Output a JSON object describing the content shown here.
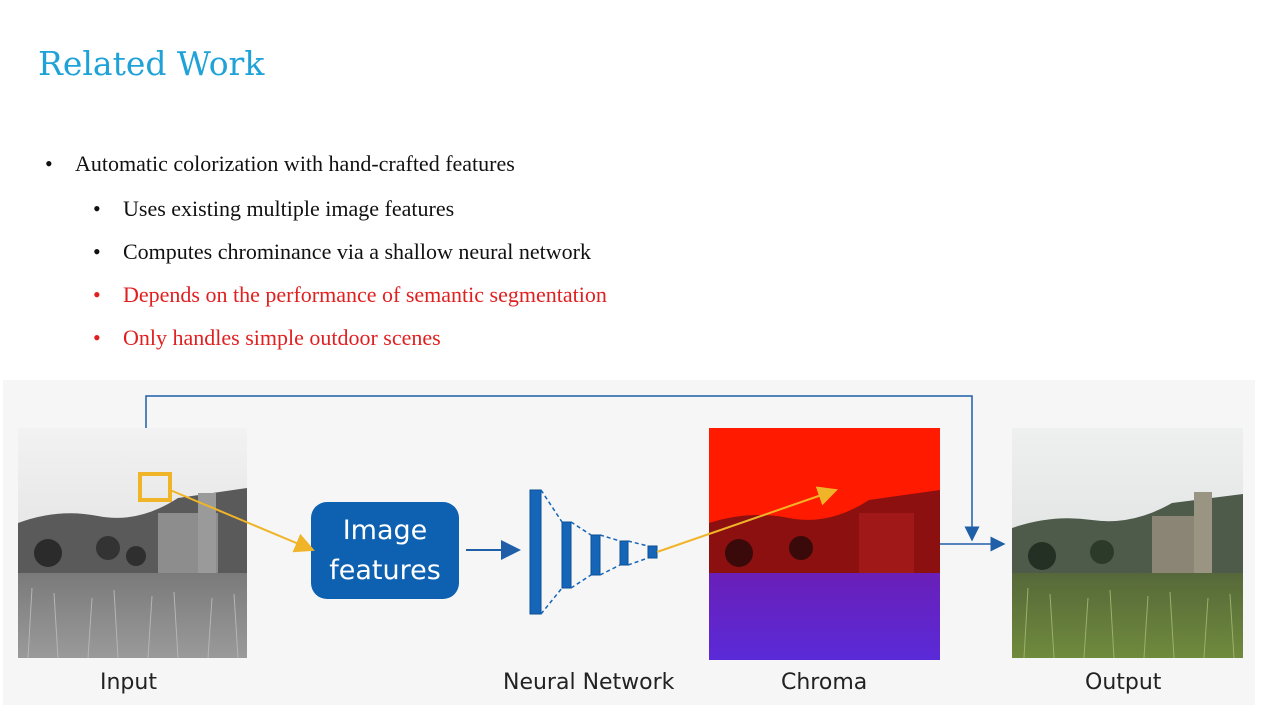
{
  "slide": {
    "title": "Related Work",
    "bullets": [
      {
        "text": "Automatic colorization with hand-crafted features",
        "level": 1,
        "color": "#111111"
      },
      {
        "text": "Uses existing multiple image features",
        "level": 2,
        "color": "#111111"
      },
      {
        "text": "Computes chrominance via a shallow neural network",
        "level": 2,
        "color": "#111111"
      },
      {
        "text": "Depends on the performance of semantic segmentation",
        "level": 2,
        "color": "#e02020"
      },
      {
        "text": "Only handles simple outdoor scenes",
        "level": 2,
        "color": "#e02020"
      }
    ],
    "bullet_symbol": "•"
  },
  "diagram": {
    "box_label_line1": "Image",
    "box_label_line2": "features",
    "labels": {
      "input": "Input",
      "network": "Neural Network",
      "chroma": "Chroma",
      "output": "Output"
    },
    "colors": {
      "title": "#1fa2d8",
      "box": "#0d61b0",
      "arrow_blue": "#1f5fa8",
      "arrow_yellow": "#f0b428",
      "chroma_red": "#ff1a00",
      "chroma_purple": "#5a1fd0"
    }
  }
}
